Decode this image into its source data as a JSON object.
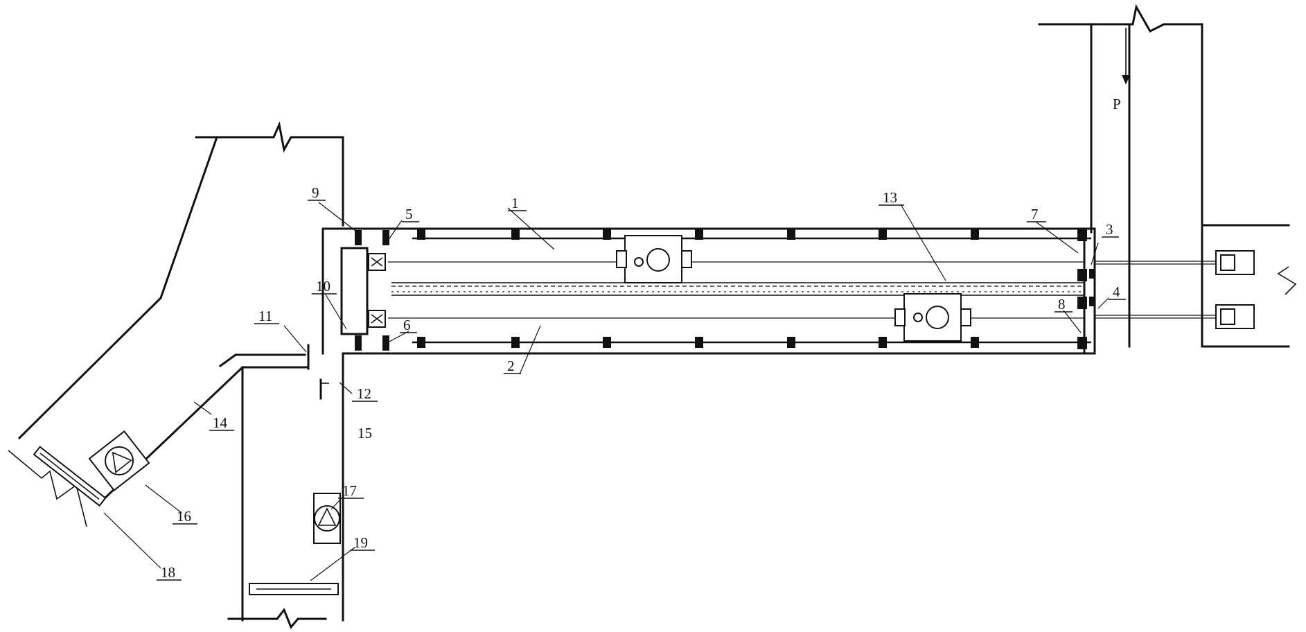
{
  "labels": {
    "l1": "1",
    "l2": "2",
    "l3": "3",
    "l4": "4",
    "l5": "5",
    "l6": "6",
    "l7": "7",
    "l8": "8",
    "l9": "9",
    "l10": "10",
    "l11": "11",
    "l12": "12",
    "l13": "13",
    "l14": "14",
    "l15": "15",
    "l16": "16",
    "l17": "17",
    "l18": "18",
    "l19": "19"
  },
  "direction_label": "P"
}
